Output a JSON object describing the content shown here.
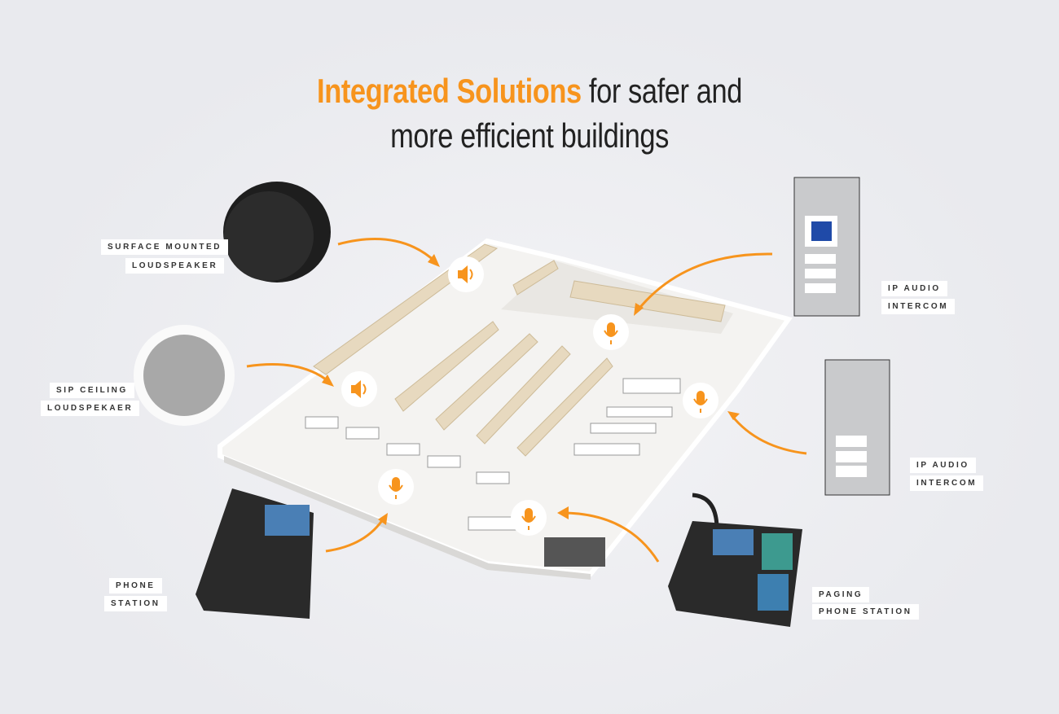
{
  "title": {
    "highlight": "Integrated Solutions",
    "rest_line1": " for safer and",
    "line2": "more efficient buildings"
  },
  "labels": {
    "surface_speaker": [
      "SURFACE MOUNTED",
      "LOUDSPEAKER"
    ],
    "ceiling_speaker": [
      "SIP CEILING",
      "LOUDSPEKAER"
    ],
    "intercom_top": [
      "IP AUDIO",
      "INTERCOM"
    ],
    "intercom_bottom": [
      "IP AUDIO",
      "INTERCOM"
    ],
    "phone_station": [
      "PHONE",
      "STATION"
    ],
    "paging_station": [
      "PAGING",
      "PHONE STATION"
    ]
  },
  "colors": {
    "accent": "#f7941d",
    "background": "#ecedf1"
  }
}
